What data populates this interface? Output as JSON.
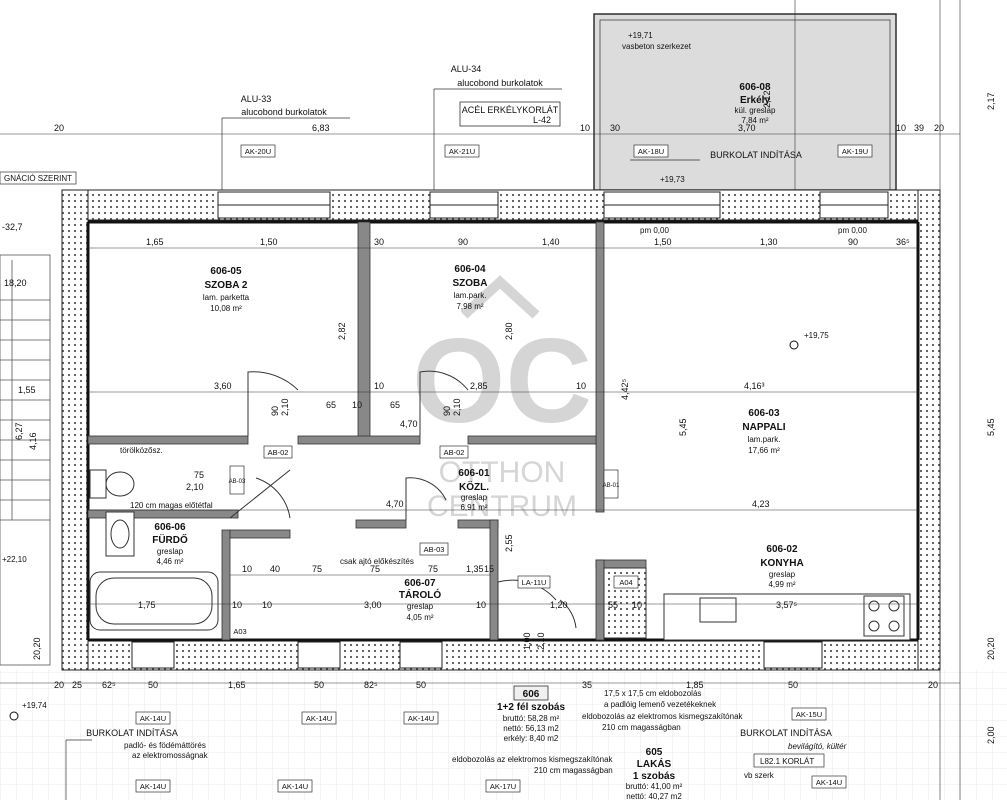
{
  "watermark": {
    "logo_letters": "OC",
    "brand_line1": "OTTHON",
    "brand_line2": "CENTRUM"
  },
  "rooms": [
    {
      "key": "r0605",
      "id": "606-05",
      "name": "SZOBA 2",
      "finish": "lam. parketta",
      "area": "10,08 m²"
    },
    {
      "key": "r0604",
      "id": "606-04",
      "name": "SZOBA",
      "finish": "lam.park.",
      "area": "7,98 m²"
    },
    {
      "key": "r0603",
      "id": "606-03",
      "name": "NAPPALI",
      "finish": "lam.park.",
      "area": "17,66 m²"
    },
    {
      "key": "r0601",
      "id": "606-01",
      "name": "KÖZL.",
      "finish": "greslap",
      "area": "6,91 m²"
    },
    {
      "key": "r0602",
      "id": "606-02",
      "name": "KONYHA",
      "finish": "greslap",
      "area": "4,99 m²"
    },
    {
      "key": "r0606",
      "id": "606-06",
      "name": "FÜRDŐ",
      "finish": "greslap",
      "area": "4,46 m²"
    },
    {
      "key": "r0607",
      "id": "606-07",
      "name": "TÁROLÓ",
      "finish": "greslap",
      "area": "4,05 m²"
    },
    {
      "key": "r0608",
      "id": "606-08",
      "name": "Erkély",
      "finish": "kül. greslap",
      "area": "7,84 m²"
    }
  ],
  "apartment": {
    "number": "606",
    "type": "1+2 fél szobás",
    "gross": "bruttó: 58,28 m²",
    "net": "nettó: 56,13 m2",
    "balcony": "erkély: 8,40 m2"
  },
  "apartment_605": {
    "number": "605",
    "label": "LAKÁS",
    "type": "1 szobás",
    "gross": "bruttó: 41,00 m²",
    "net": "nettó: 40,27 m2"
  },
  "labels": {
    "alu33": "ALU-33",
    "alu33_desc": "alucobond burkolatok",
    "alu34": "ALU-34",
    "alu34_desc": "alucobond burkolatok",
    "railing1": "ACÉL ERKÉLYKORLÁT",
    "railing2": "L-42",
    "burkolat_top": "BURKOLAT INDÍTÁSA",
    "burkolat_bl": "BURKOLAT INDÍTÁSA",
    "burkolat_bl_n1": "padló- és födémáttörés",
    "burkolat_bl_n2": "az elektromosságnak",
    "burkolat_br": "BURKOLAT INDÍTÁSA",
    "burkolat_br_sub": "bevilágító, kültér",
    "vasbeton": "vasbeton szerkezet",
    "left_cut": "GNÁCIÓ SZERINT",
    "torolkozo": "törölközősz.",
    "mirror": "120 cm magas előtétfal",
    "door_note": "csak ajtó előkészítés",
    "note_r1": "17,5 x 17,5 cm eldobozolás",
    "note_r2": "a padlóig lemenő vezetékeknek",
    "note_r3": "eldobozolás az elektromos kismegszakítónak",
    "note_r4": "210 cm magasságban",
    "note_b1": "eldobozolás az elektromos kismegszakítónak",
    "note_b2": "210 cm magasságban",
    "korlat": "L82.1 KORLÁT",
    "vb": "vb szerk"
  },
  "elevations": {
    "e1": "+19,71",
    "e2": "+19,73",
    "e3": "+19,75",
    "e4": "+19,74",
    "e5": "+22,10",
    "e6": "pm 0,00",
    "e7": "pm 0,00"
  },
  "tags": {
    "ak20u": "AK-20U",
    "ak21u": "AK-21U",
    "ak18u": "AK-18U",
    "ak19u": "AK-19U",
    "ak14u_1": "AK-14U",
    "ak14u_2": "AK-14U",
    "ak14u_3": "AK-14U",
    "ak14u_4": "AK-14U",
    "ak14u_5": "AK-14U",
    "ak15u": "AK-15U",
    "ak17u": "AK-17U",
    "ak14u_b": "AK-14U",
    "ab02a": "AB-02",
    "ab02b": "AB-02",
    "ab03a": "AB-03",
    "ab03b": "AB-03",
    "ab01": "AB-01",
    "la11u": "LA-11U",
    "a04": "A04",
    "a03": "A03"
  },
  "dims": {
    "t_20": "20",
    "t_683": "6,83",
    "t_10a": "10",
    "t_30": "30",
    "t_370": "3,70",
    "t_10b": "10",
    "t_39": "39",
    "t_20b": "20",
    "w_165": "1,65",
    "w_150a": "1,50",
    "w_30": "30",
    "w_90a": "90",
    "w_140": "1,40",
    "w_150b": "1,50",
    "w_130": "1,30",
    "w_90b": "90",
    "w_365": "36⁵",
    "m_360": "3,60",
    "m_10a": "10",
    "m_285": "2,85",
    "m_10b": "10",
    "m_416": "4,16³",
    "c_65a": "65",
    "c_10c": "10",
    "c_65b": "65",
    "c_470a": "4,70",
    "c_470b": "4,70",
    "c_423": "4,23",
    "s_10a": "10",
    "s_40": "40",
    "s_75a": "75",
    "s_75b": "75",
    "s_75c": "75",
    "s_135": "1,35",
    "s_15": "15",
    "b_175": "1,75",
    "b_10a": "10",
    "b_10b": "10",
    "b_300": "3,00",
    "b_10c": "10",
    "b_120": "1,20",
    "b_55": "55",
    "b_10d": "10",
    "b_357": "3,57⁵",
    "v_282": "2,82",
    "v_280": "2,80",
    "v_545": "5,45",
    "v_4425": "4,42⁵",
    "v_212": "2,12",
    "v_255": "2,55",
    "v_545r": "5,45",
    "v_217": "2,17",
    "d_90": "90",
    "d_210": "2,10",
    "d_90b": "90",
    "d_210b": "2,10",
    "d_75": "75",
    "d_210c": "2,10",
    "d_100": "1,00",
    "d_210d": "2,10",
    "bot_20": "20",
    "bot_25": "25",
    "bot_62": "62⁵",
    "bot_50a": "50",
    "bot_165": "1,65",
    "bot_50b": "50",
    "bot_82": "82⁵",
    "bot_50c": "50",
    "bot_35": "35",
    "bot_185": "1,85",
    "bot_50d": "50",
    "bot_20b": "20",
    "l_1820": "18,20",
    "l_155": "1,55",
    "l_627": "6,27",
    "l_416": "4,16",
    "l_327": "-32,7",
    "l_2020": "20,20",
    "r_545": "5,45",
    "r_217": "2,17",
    "r_2020": "20,20",
    "r_200": "2,00"
  }
}
